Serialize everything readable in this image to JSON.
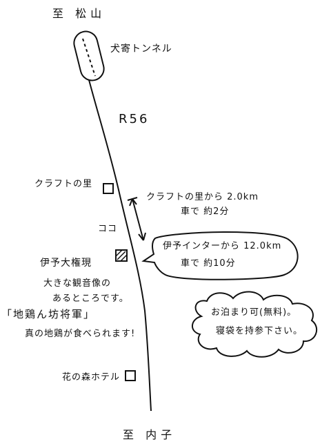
{
  "map": {
    "destination_north": "至 松山",
    "destination_south": "至 内子",
    "tunnel_label": "犬寄トンネル",
    "route_label": "R56",
    "landmarks": {
      "craft_village": "クラフトの里",
      "hotel": "花の森ホテル",
      "shrine_name": "伊予大権現",
      "shrine_marker": "ココ"
    },
    "descriptions": {
      "shrine_line1": "大きな観音像の",
      "shrine_line2": "あるところです。",
      "dish_name": "「地鶏ん坊将軍」",
      "dish_text": "真の地鶏が食べられます!"
    },
    "distance_from_craft": {
      "line1": "クラフトの里から 2.0km",
      "line2": "車で 約2分"
    },
    "distance_from_interchange": {
      "line1": "伊予インターから 12.0km",
      "line2": "車で 約10分"
    },
    "stay_note": {
      "line1": "お泊まり可(無料)。",
      "line2": "寝袋を持参下さい。"
    }
  }
}
